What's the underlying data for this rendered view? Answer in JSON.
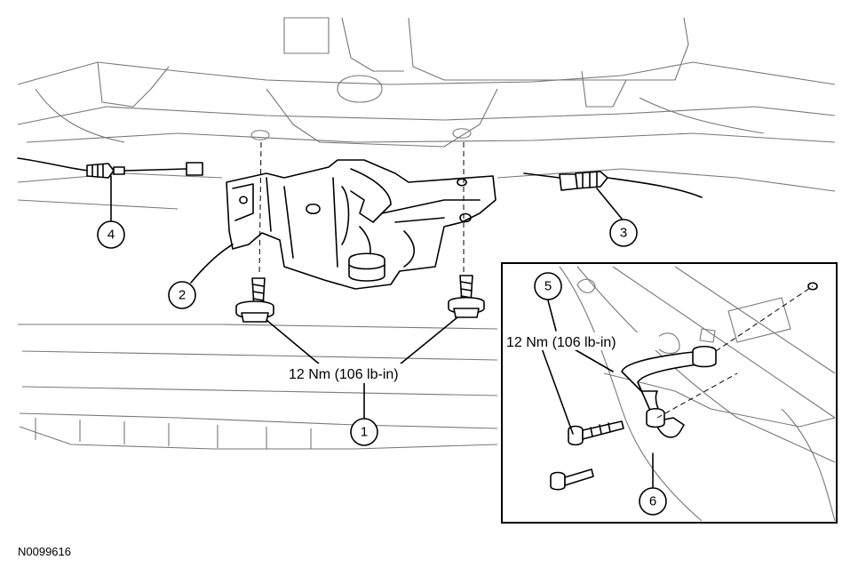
{
  "figure": {
    "id_label": "N0099616",
    "torque_main": "12 Nm (106 lb-in)",
    "torque_inset": "12 Nm (106 lb-in)",
    "callouts": [
      "1",
      "2",
      "3",
      "4",
      "5",
      "6"
    ]
  }
}
